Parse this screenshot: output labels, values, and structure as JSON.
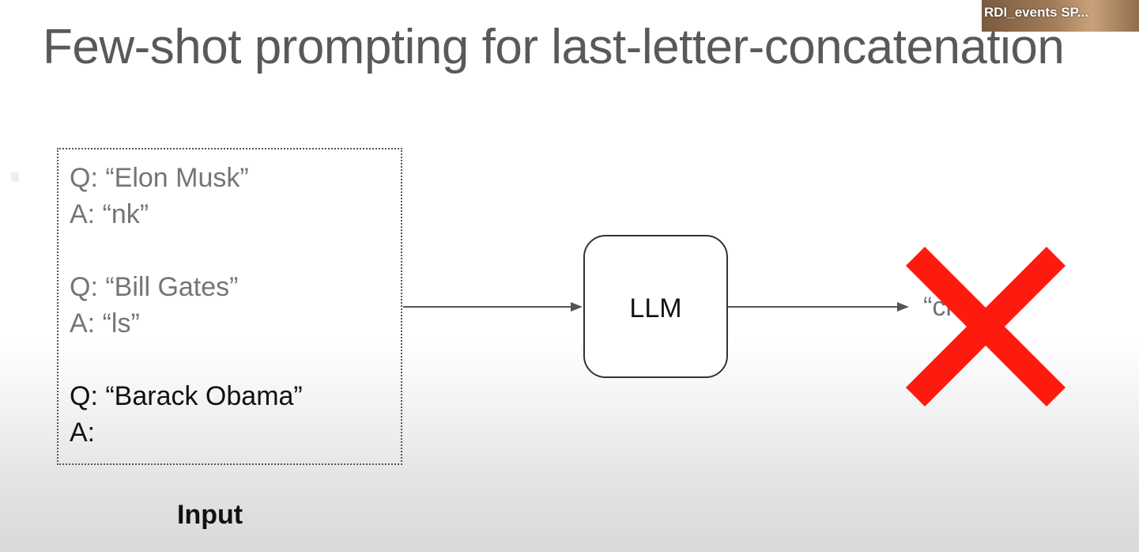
{
  "slide": {
    "title": "Few-shot prompting for last-letter-concatenation",
    "participant_label": "RDI_events SP...",
    "input_examples": [
      {
        "q": "Q: “Elon Musk”",
        "a": "A: “nk”"
      },
      {
        "q": "Q: “Bill Gates”",
        "a": "A: “ls”"
      },
      {
        "q": "Q: “Barack Obama”",
        "a": "A:"
      }
    ],
    "input_label": "Input",
    "model_label": "LLM",
    "output_text": "“ck”",
    "colors": {
      "title": "#595959",
      "example_text": "#757575",
      "query_text": "#111111",
      "cross": "#ff1a10"
    },
    "icons": {
      "wrong_mark": "cross-icon",
      "arrow": "arrow-right-icon"
    }
  }
}
